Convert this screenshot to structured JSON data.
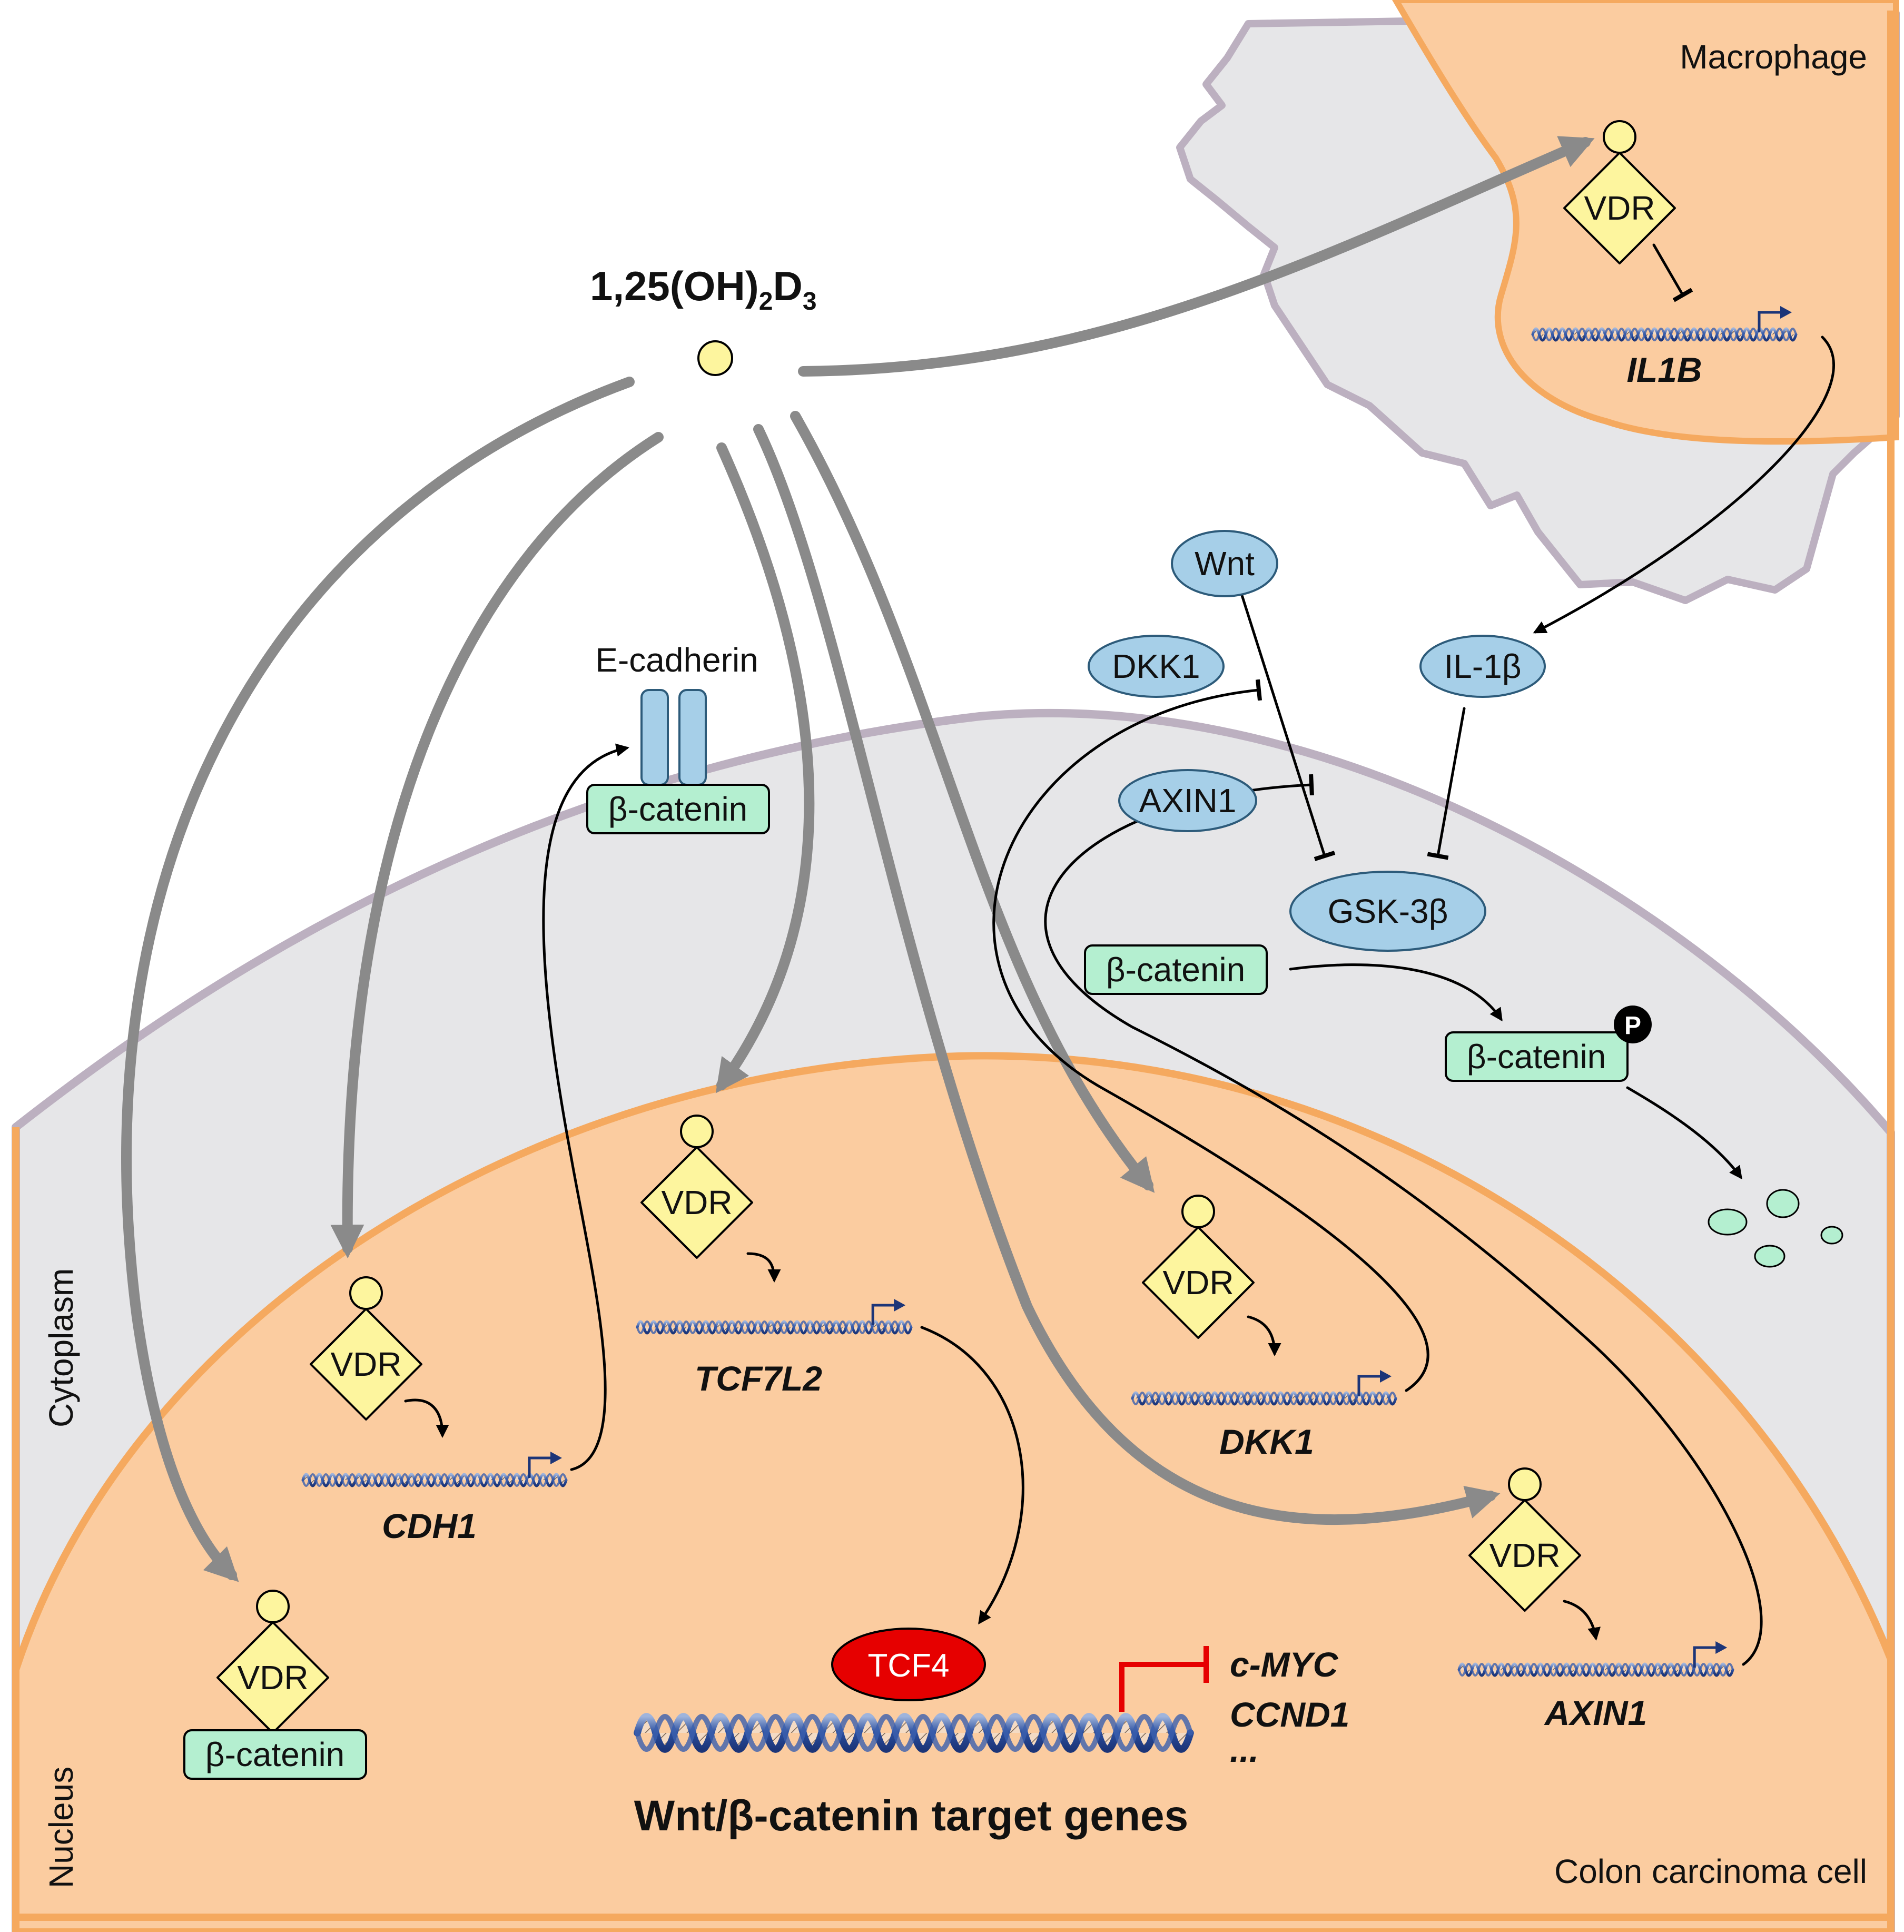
{
  "compound": {
    "main": "1,25(OH)",
    "sub1": "2",
    "mid": "D",
    "sub2": "3"
  },
  "regions": {
    "macrophage": "Macrophage",
    "colon_cell": "Colon carcinoma cell",
    "cytoplasm": "Cytoplasm",
    "nucleus": "Nucleus"
  },
  "receptor_label": "VDR",
  "genes": {
    "il1b": "IL1B",
    "cdh1": "CDH1",
    "tcf7l2": "TCF7L2",
    "dkk1": "DKK1",
    "axin1": "AXIN1"
  },
  "proteins": {
    "e_cadherin": "E-cadherin",
    "beta_catenin": "β-catenin",
    "wnt": "Wnt",
    "il1beta": "IL-1β",
    "dkk1": "DKK1",
    "axin1": "AXIN1",
    "gsk3b": "GSK-3β",
    "tcf4": "TCF4",
    "phospho": "P"
  },
  "targets": {
    "c_myc": "c-MYC",
    "ccnd1": "CCND1",
    "ellipsis": "..."
  },
  "target_genes_title": "Wnt/β-catenin target genes",
  "colors": {
    "nucleus_fill": "#fbcca0",
    "nucleus_edge": "#f5a95f",
    "cytoplasm_fill": "#e6e6e8",
    "membrane": "#bcb0c0",
    "vdr_fill": "#fdf59e",
    "protein_blue": "#a6cfe8",
    "catenin_green": "#b4efd0",
    "tcf4_red": "#e60000",
    "inhibit_red": "#e60000",
    "arrow_gray": "#8a8a8a",
    "dna_blue": "#2a4d9c"
  }
}
